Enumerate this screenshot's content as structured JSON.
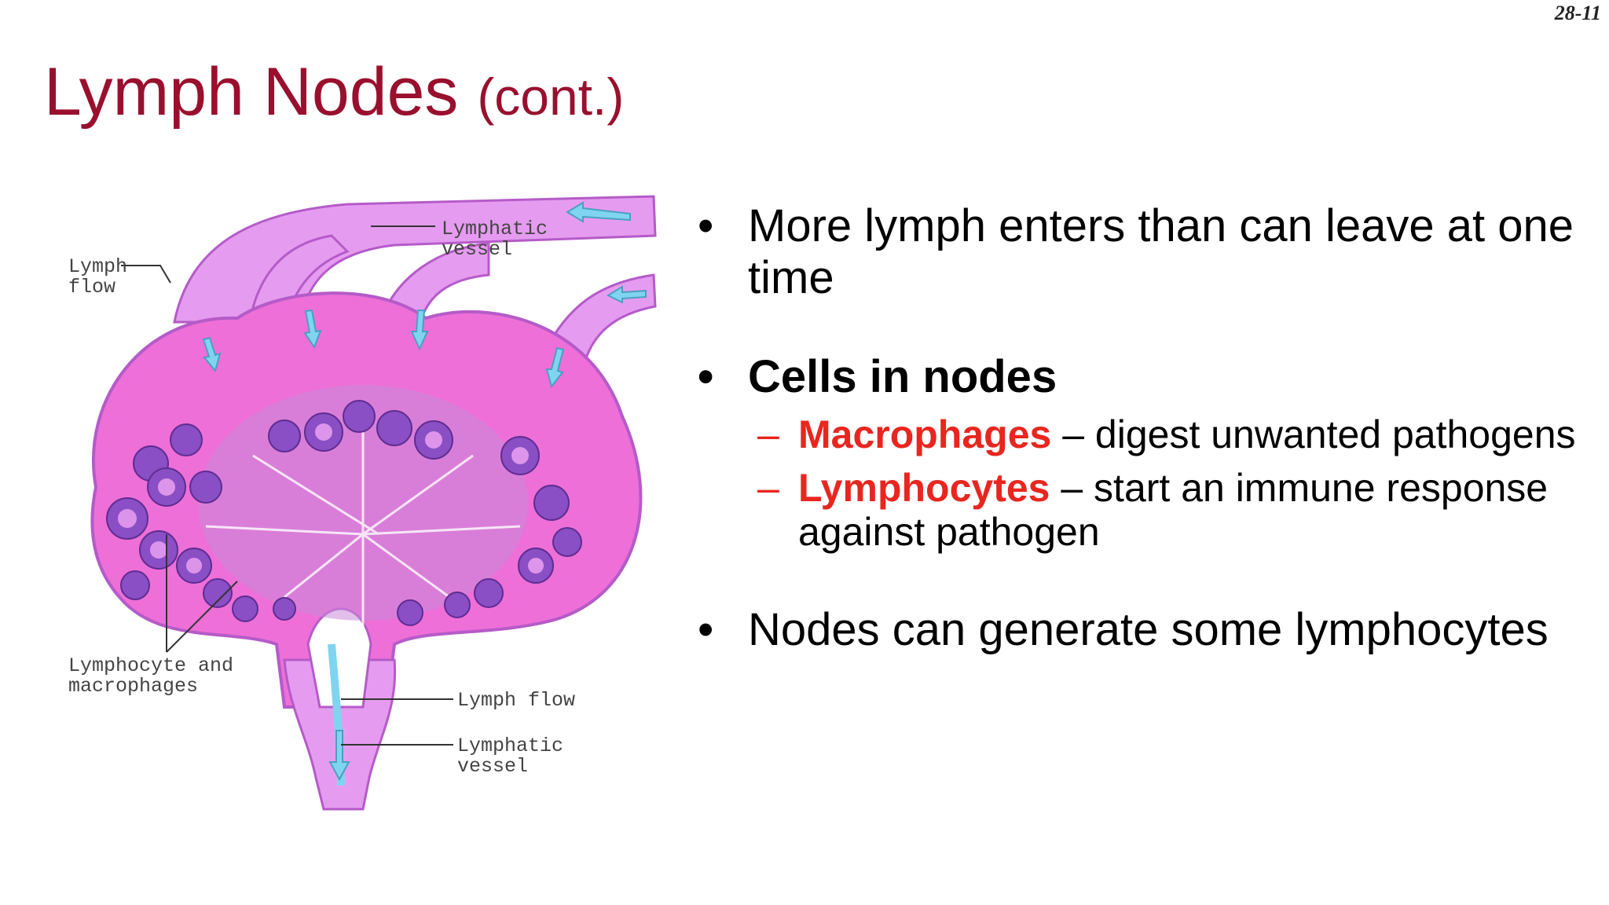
{
  "slide_number": "28-11",
  "title": {
    "main": "Lymph Nodes",
    "suffix": "(cont.)"
  },
  "diagram_labels": {
    "lymph_flow_top_line1": "Lymph",
    "lymph_flow_top_line2": "flow",
    "lymphatic_vessel_top_line1": "Lymphatic",
    "lymphatic_vessel_top_line2": "vessel",
    "lymphocyte_line1": "Lymphocyte and",
    "lymphocyte_line2": "macrophages",
    "lymph_flow_bottom": "Lymph flow",
    "lymphatic_vessel_bottom_line1": "Lymphatic",
    "lymphatic_vessel_bottom_line2": "vessel"
  },
  "bullets": [
    {
      "text": "More lymph enters than can leave at one time"
    },
    {
      "text": "Cells in nodes",
      "subs": [
        {
          "term": "Macrophages",
          "desc": " – digest unwanted pathogens"
        },
        {
          "term": "Lymphocytes",
          "desc": " – start an immune response against pathogen"
        }
      ]
    },
    {
      "text": "Nodes can generate some lymphocytes"
    }
  ],
  "bullet_glyph": "•",
  "dash_glyph": "–",
  "colors": {
    "title": "#99102f",
    "term": "#e8261f",
    "node_pink": "#ee6fd8",
    "vessel": "#e59cf0",
    "follicle": "#8a4fc4",
    "arrow": "#7fd4f0"
  }
}
